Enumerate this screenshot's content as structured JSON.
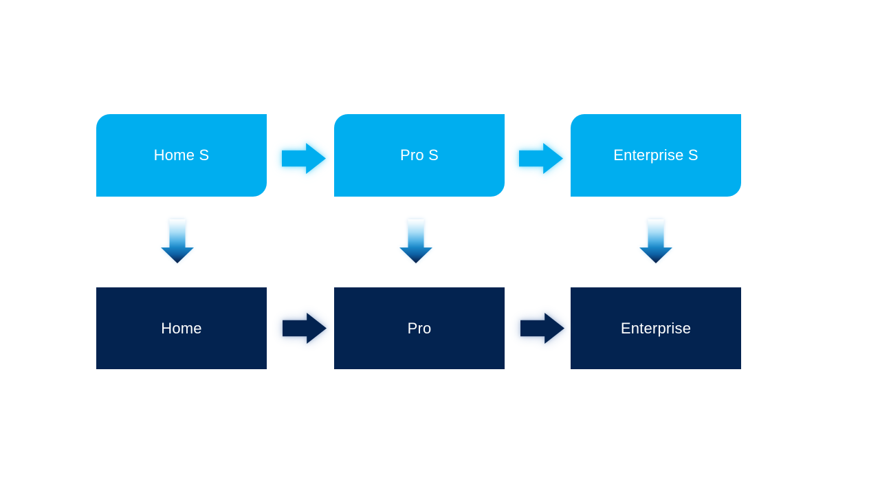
{
  "slide": {
    "background": "#ffffff"
  },
  "colors": {
    "cyan": "#00AEEF",
    "navy": "#032350",
    "cyan_glow": "#96E4FC",
    "navy_glow": "#B4C6E0",
    "label_text": "#ffffff",
    "down_arrow_gradient_top": "#ffffff",
    "down_arrow_gradient_bottom": "#0d2048"
  },
  "diagram": {
    "columns": [
      {
        "top_label": "Home S",
        "bottom_label": "Home"
      },
      {
        "top_label": "Pro S",
        "bottom_label": "Pro"
      },
      {
        "top_label": "Enterprise S",
        "bottom_label": "Enterprise"
      }
    ]
  }
}
